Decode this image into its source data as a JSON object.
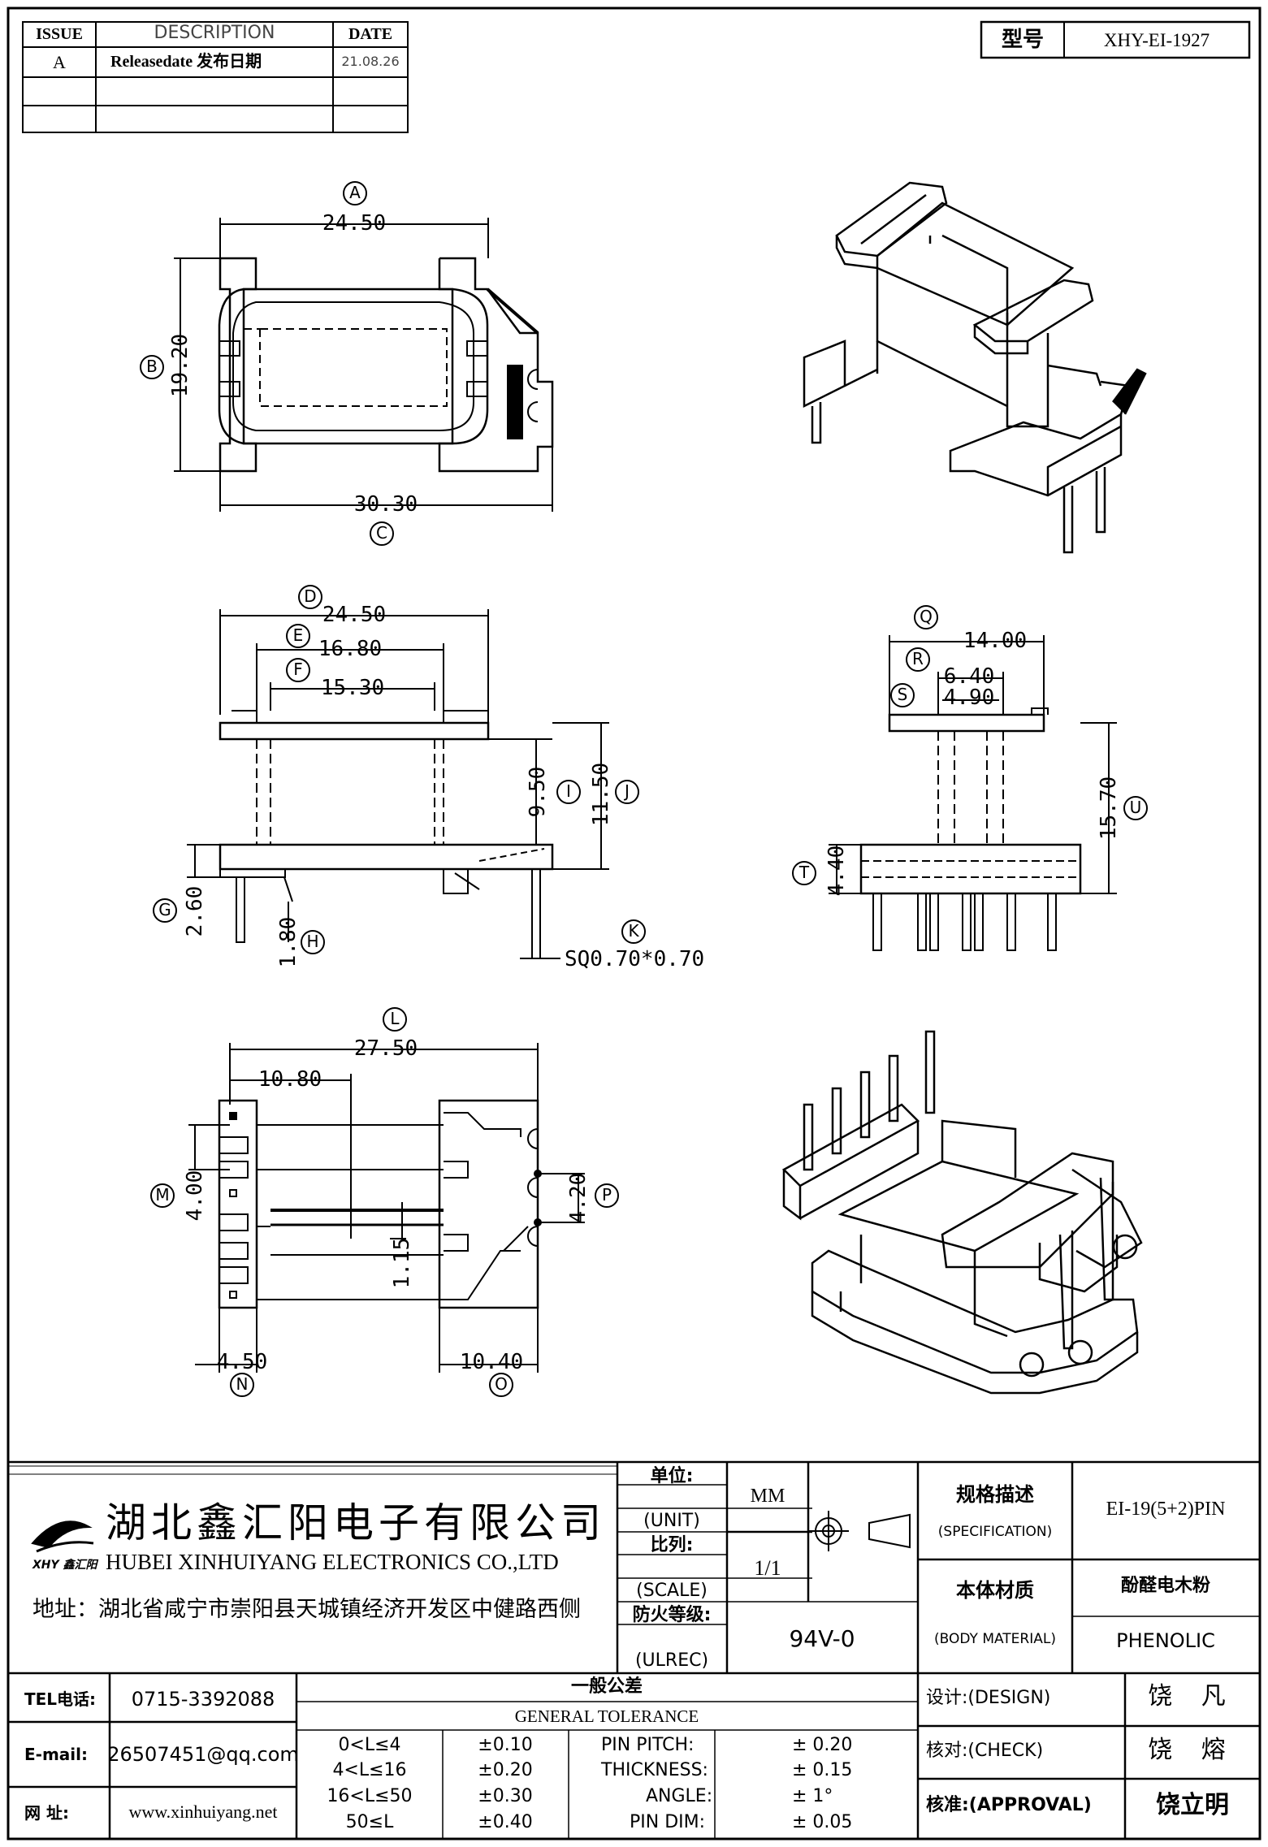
{
  "issue_table": {
    "headers": [
      "ISSUE",
      "DESCRIPTION",
      "DATE"
    ],
    "rows": [
      {
        "issue": "A",
        "description": "Releasedate 发布日期",
        "date": "21.08.26"
      },
      {
        "issue": "",
        "description": "",
        "date": ""
      },
      {
        "issue": "",
        "description": "",
        "date": ""
      }
    ]
  },
  "model": {
    "label": "型号",
    "value": "XHY-EI-1927"
  },
  "views": {
    "top": {
      "A": "24.50",
      "B": "19.20",
      "C": "30.30"
    },
    "front": {
      "D": "24.50",
      "E": "16.80",
      "F": "15.30",
      "I": "9.50",
      "J": "11.50",
      "G": "2.60",
      "H": "1.80",
      "K": "SQ0.70*0.70"
    },
    "side": {
      "Q": "14.00",
      "R": "6.40",
      "S": "4.90",
      "T": "4.40",
      "U": "15.70"
    },
    "bottom": {
      "L": "27.50",
      "L2": "10.80",
      "M": "4.00",
      "P": "4.20",
      "N": "4.50",
      "O": "10.40",
      "X": "1.15"
    }
  },
  "markers": [
    "A",
    "B",
    "C",
    "D",
    "E",
    "F",
    "G",
    "H",
    "I",
    "J",
    "K",
    "L",
    "M",
    "N",
    "O",
    "P",
    "Q",
    "R",
    "S",
    "T",
    "U"
  ],
  "company": {
    "logo_text": "XHY 鑫汇阳",
    "name_cn": "湖北鑫汇阳电子有限公司",
    "name_en": "HUBEI XINHUIYANG ELECTRONICS CO.,LTD",
    "address": "地址：湖北省咸宁市崇阳县天城镇经济开发区中健路西侧"
  },
  "title_block": {
    "unit_cn": "单位:",
    "unit_en": "(UNIT)",
    "unit_val": "MM",
    "scale_cn": "比列:",
    "scale_en": "(SCALE)",
    "scale_val": "1/1",
    "ulrec_cn": "防火等级:",
    "ulrec_en": "(ULREC)",
    "ulrec_val": "94V-0",
    "spec_cn": "规格描述",
    "spec_en": "(SPECIFICATION)",
    "spec_val": "EI-19(5+2)PIN",
    "mat_cn": "本体材质",
    "mat_en": "(BODY MATERIAL)",
    "mat_val_cn": "酚醛电木粉",
    "mat_val_en": "PHENOLIC"
  },
  "contact": {
    "tel_label": "TEL电话:",
    "tel": "0715-3392088",
    "email_label": "E-mail:",
    "email": "26507451@qq.com",
    "web_label": "网  址:",
    "web": "www.xinhuiyang.net"
  },
  "tolerance": {
    "title_cn": "一般公差",
    "title_en": "GENERAL TOLERANCE",
    "ranges": [
      {
        "range": "0<L≤4",
        "tol": "±0.10"
      },
      {
        "range": "4<L≤16",
        "tol": "±0.20"
      },
      {
        "range": "16<L≤50",
        "tol": "±0.30"
      },
      {
        "range": "50≤L",
        "tol": "±0.40"
      }
    ],
    "items": [
      {
        "name": "PIN PITCH:",
        "val": "± 0.20"
      },
      {
        "name": "THICKNESS:",
        "val": "± 0.15"
      },
      {
        "name": "ANGLE:",
        "val": "± 1°"
      },
      {
        "name": "PIN DIM:",
        "val": "± 0.05"
      }
    ]
  },
  "signoff": {
    "design_label": "设计:(DESIGN)",
    "design": "饶 凡",
    "check_label": "核对:(CHECK)",
    "check": "饶 熔",
    "approval_label": "核准:(APPROVAL)",
    "approval": "饶立明"
  }
}
